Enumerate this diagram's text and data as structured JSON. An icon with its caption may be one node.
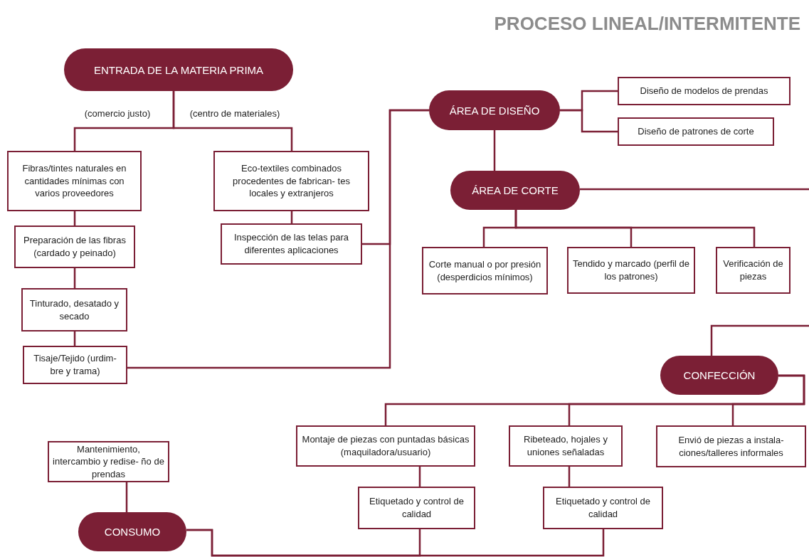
{
  "diagram": {
    "title": "PROCESO LINEAL/INTERMITENTE",
    "nodes": [
      {
        "text": [
          "ENTRADA DE LA MATERIA PRIMA"
        ]
      },
      {
        "text": [
          "Fibras/tintes naturales en cantidades mínimas con varios proveedores"
        ]
      },
      {
        "text": [
          "Eco-textiles combinados procedentes de fabrican- tes locales y extranjeros"
        ]
      },
      {
        "text": [
          "Preparación de las fibras (cardado y peinado)"
        ]
      },
      {
        "text": [
          "Inspección de las telas para diferentes aplicaciones"
        ]
      },
      {
        "text": [
          "Tinturado, desatado y secado"
        ]
      },
      {
        "text": [
          "Tisaje/Tejido (urdim- bre y trama)"
        ]
      },
      {
        "text": [
          "ÁREA DE DISEÑO"
        ]
      },
      {
        "text": [
          "Diseño de modelos de prendas"
        ]
      },
      {
        "text": [
          "Diseño de patrones de corte"
        ]
      },
      {
        "text": [
          "ÁREA DE CORTE"
        ]
      },
      {
        "text": [
          "Corte manual o por presión (desperdicios mínimos)"
        ]
      },
      {
        "text": [
          "Tendido y marcado (perfil de los patrones)"
        ]
      },
      {
        "text": [
          "Verificación de piezas"
        ]
      },
      {
        "text": [
          "CONFECCIÓN"
        ]
      },
      {
        "text": [
          "Montaje de piezas con puntadas básicas (maquiladora/usuario)"
        ]
      },
      {
        "text": [
          "Ribeteado, hojales y uniones señaladas"
        ]
      },
      {
        "text": [
          "Envió de piezas a instala- ciones/talleres informales"
        ]
      },
      {
        "text": [
          "Mantenimiento, intercambio y redise- ño de prendas"
        ]
      },
      {
        "text": [
          "Etiquetado y control de calidad"
        ]
      },
      {
        "text": [
          "Etiquetado y control de calidad"
        ]
      },
      {
        "text": [
          "CONSUMO"
        ]
      }
    ],
    "edges": [
      {
        "from": 0,
        "to": 1,
        "arrow": "none",
        "label": "(comercio justo)"
      },
      {
        "from": 0,
        "to": 2,
        "arrow": "none",
        "label": "(centro de materiales)"
      },
      {
        "from": 1,
        "to": 3,
        "arrow": "none"
      },
      {
        "from": 3,
        "to": 5,
        "arrow": "none"
      },
      {
        "from": 5,
        "to": 6,
        "arrow": "none"
      },
      {
        "from": 2,
        "to": 4,
        "arrow": "none"
      },
      {
        "from": 6,
        "to": 7,
        "arrow": "none"
      },
      {
        "from": 4,
        "to": 7,
        "arrow": "none"
      },
      {
        "from": 7,
        "to": 8,
        "arrow": "none"
      },
      {
        "from": 7,
        "to": 9,
        "arrow": "none"
      },
      {
        "from": 7,
        "to": 10,
        "arrow": "none"
      },
      {
        "from": 10,
        "to": null,
        "arrow": "none"
      },
      {
        "from": 10,
        "to": 11,
        "arrow": "none"
      },
      {
        "from": 10,
        "to": 12,
        "arrow": "none"
      },
      {
        "from": 10,
        "to": 13,
        "arrow": "none"
      },
      {
        "from": null,
        "to": 14,
        "arrow": "none"
      },
      {
        "from": 14,
        "to": 15,
        "arrow": "none"
      },
      {
        "from": 14,
        "to": 16,
        "arrow": "none"
      },
      {
        "from": 14,
        "to": 17,
        "arrow": "none"
      },
      {
        "from": 15,
        "to": 19,
        "arrow": "none"
      },
      {
        "from": 16,
        "to": 20,
        "arrow": "none"
      },
      {
        "from": 18,
        "to": 21,
        "arrow": "none"
      },
      {
        "from": 19,
        "to": 21,
        "arrow": "none"
      },
      {
        "from": 20,
        "to": 21,
        "arrow": "none"
      }
    ]
  }
}
